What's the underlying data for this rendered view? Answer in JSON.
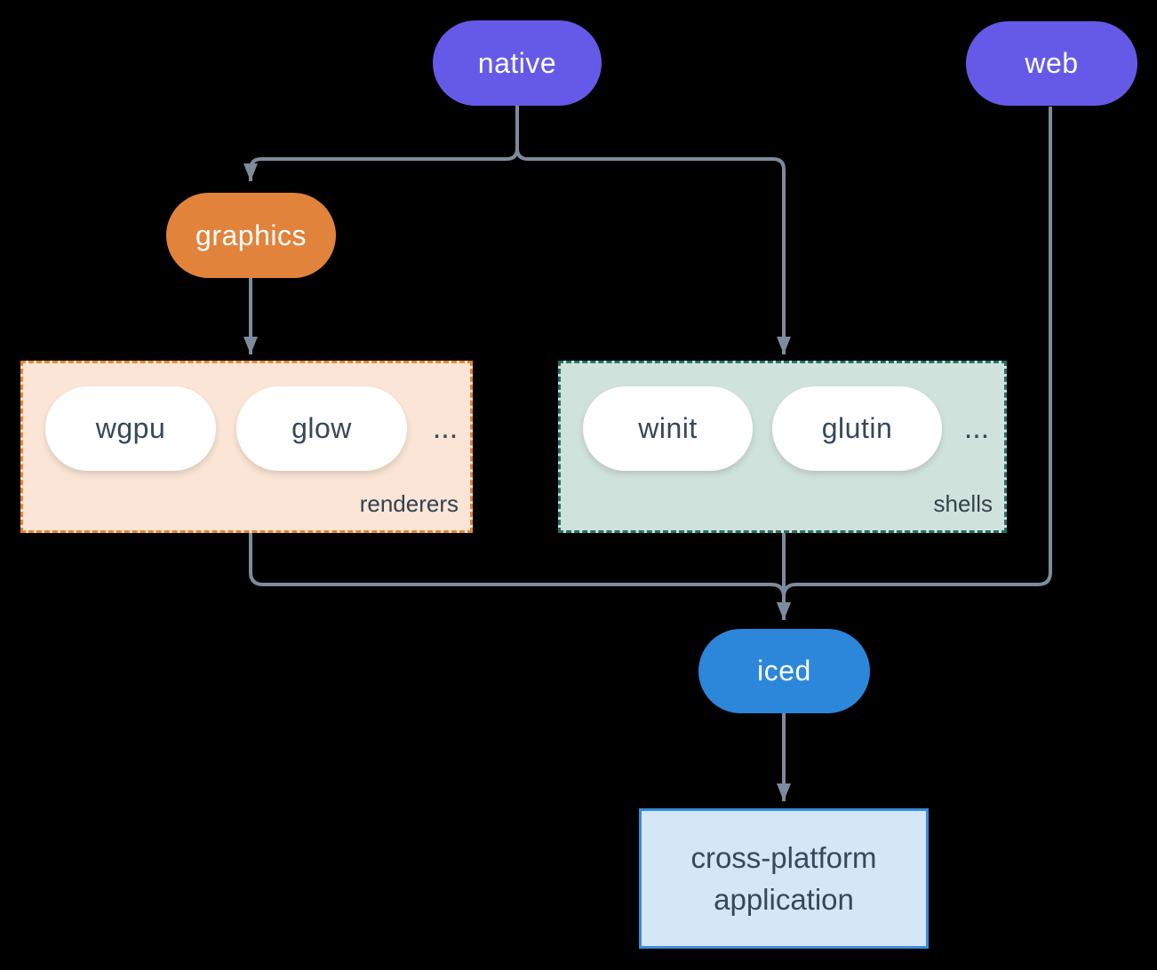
{
  "nodes": {
    "native": {
      "label": "native"
    },
    "web": {
      "label": "web"
    },
    "graphics": {
      "label": "graphics"
    },
    "iced": {
      "label": "iced"
    },
    "application": {
      "line1": "cross-platform",
      "line2": "application"
    }
  },
  "groups": {
    "renderers": {
      "label": "renderers",
      "items": [
        "wgpu",
        "glow"
      ],
      "ellipsis": "..."
    },
    "shells": {
      "label": "shells",
      "items": [
        "winit",
        "glutin"
      ],
      "ellipsis": "..."
    }
  },
  "edges": [
    {
      "from": "native",
      "to": "graphics"
    },
    {
      "from": "native",
      "to": "shells"
    },
    {
      "from": "graphics",
      "to": "renderers"
    },
    {
      "from": "renderers",
      "to": "iced"
    },
    {
      "from": "shells",
      "to": "iced"
    },
    {
      "from": "web",
      "to": "iced"
    },
    {
      "from": "iced",
      "to": "application"
    }
  ],
  "colors": {
    "background": "#000000",
    "platform_purple": "#655AE8",
    "graphics_orange": "#E2833C",
    "iced_blue": "#2C87DB",
    "renderers_fill": "#FAE5D6",
    "renderers_border": "#E8832F",
    "shells_fill": "#D0E2DC",
    "shells_border": "#256F64",
    "application_fill": "#D5E6F7",
    "application_border": "#3A8BDC",
    "edge_gray": "#7D8C9C",
    "text_dark": "#36485A",
    "text_light": "#FFFFFF"
  }
}
